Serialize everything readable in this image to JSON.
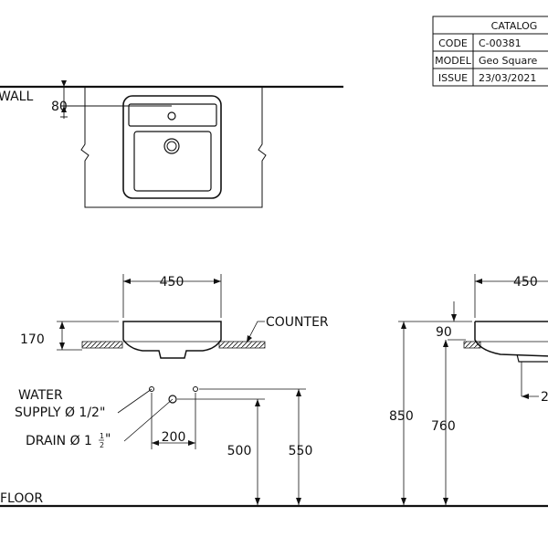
{
  "title_block": {
    "header": "CATALOG",
    "rows": [
      {
        "key": "CODE",
        "value": "C-00381"
      },
      {
        "key": "MODEL",
        "value": "Geo Square"
      },
      {
        "key": "ISSUE",
        "value": "23/03/2021"
      }
    ]
  },
  "labels": {
    "wall": "WALL",
    "counter": "COUNTER",
    "water_supply_line1": "WATER",
    "water_supply_line2": "SUPPLY Ø 1/2\"",
    "drain_prefix": "DRAIN Ø 1",
    "drain_num": "1",
    "drain_den": "2",
    "drain_suffix": "\"",
    "floor": "FLOOR"
  },
  "dimensions": {
    "wall_gap": "80",
    "front_width": "450",
    "front_height": "170",
    "drain_offset": "200",
    "drain_height": "500",
    "supply_height": "550",
    "side_width": "450",
    "side_rim": "90",
    "overall_height": "850",
    "counter_height": "760",
    "side_drain": "2"
  }
}
